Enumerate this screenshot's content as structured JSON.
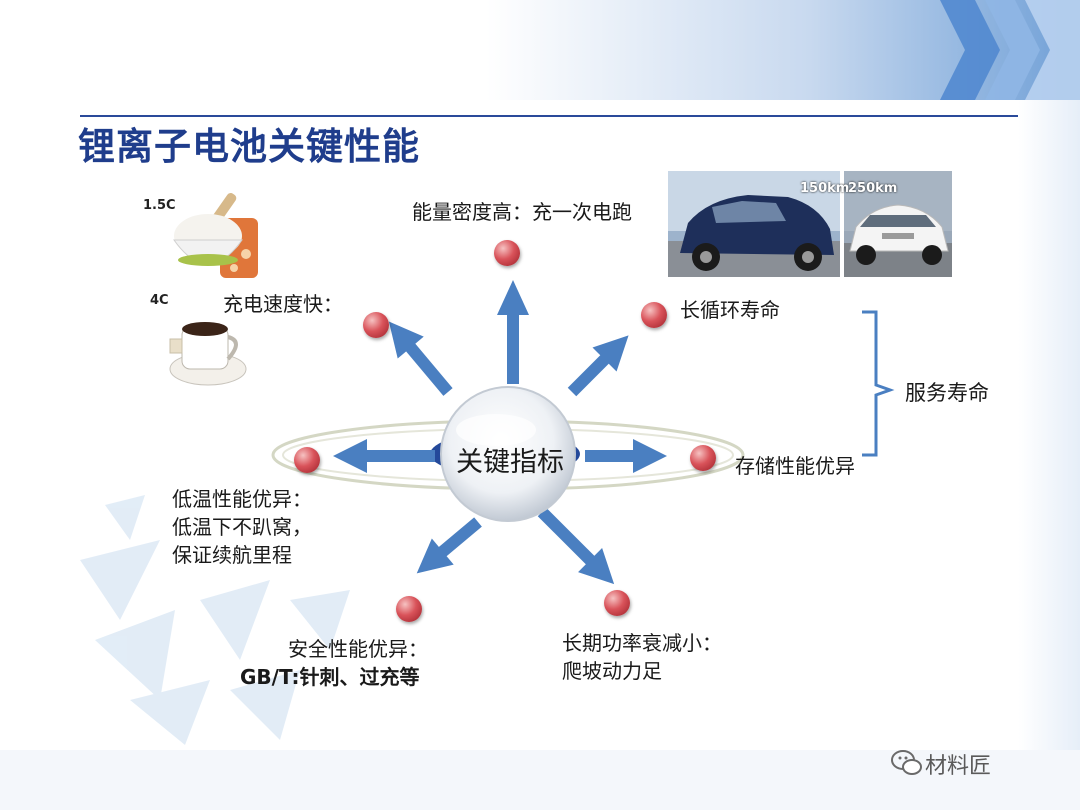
{
  "slide": {
    "title": "锂离子电池关键性能",
    "hub_label": "关键指标",
    "service_life_label": "服务寿命"
  },
  "items": {
    "energy_density": "能量密度高：充一次电跑",
    "fast_charge": "充电速度快：",
    "cycle_life": "长循环寿命",
    "storage": "存储性能优异",
    "low_temp": [
      "低温性能优异：",
      "低温下不趴窝，",
      "保证续航里程"
    ],
    "safety": [
      "安全性能优异：",
      "GB/T:针刺、过充等"
    ],
    "power_fade": [
      "长期功率衰减小：",
      "爬坡动力足"
    ]
  },
  "images": {
    "rice_rate": "1.5C",
    "coffee_rate": "4C",
    "car1_range": "150km",
    "car2_range": "250km"
  },
  "icons": {
    "rice": "rice-bowl-icon",
    "coffee": "coffee-cup-icon",
    "watermark": "wechat-icon"
  },
  "watermark": "材料匠",
  "colors": {
    "title": "#1f3d8c",
    "arrow": "#4a7fc1",
    "node": "#c9363f",
    "header_blue": "#5b8fd0"
  }
}
